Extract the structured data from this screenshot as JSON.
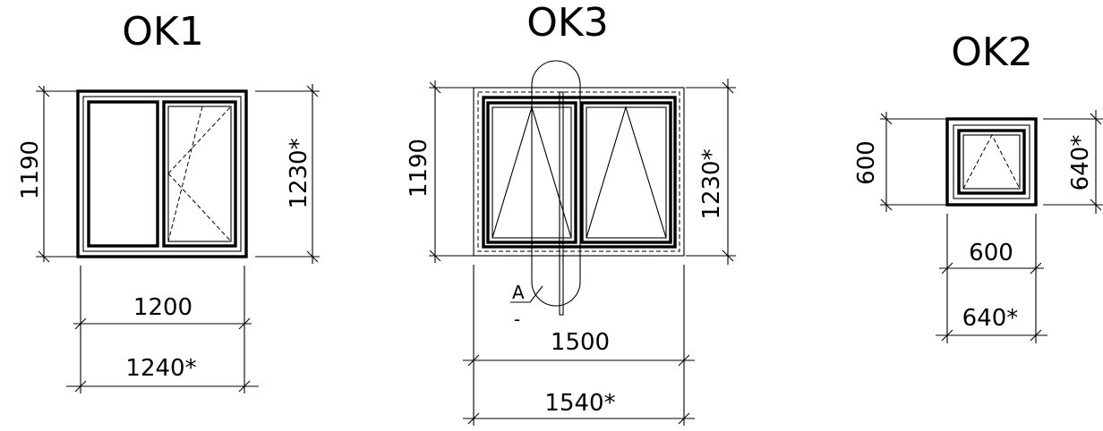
{
  "windows": {
    "ok1": {
      "title": "OK1",
      "height_label": "1190",
      "height_outer_label": "1230*",
      "width_label": "1200",
      "width_outer_label": "1240*"
    },
    "ok3": {
      "title": "OK3",
      "height_label": "1190",
      "height_outer_label": "1230*",
      "width_label": "1500",
      "width_outer_label": "1540*",
      "section_label": "A",
      "section_mark": "-"
    },
    "ok2": {
      "title": "OK2",
      "height_label": "600",
      "height_outer_label": "640*",
      "width_label": "600",
      "width_outer_label": "640*"
    }
  }
}
